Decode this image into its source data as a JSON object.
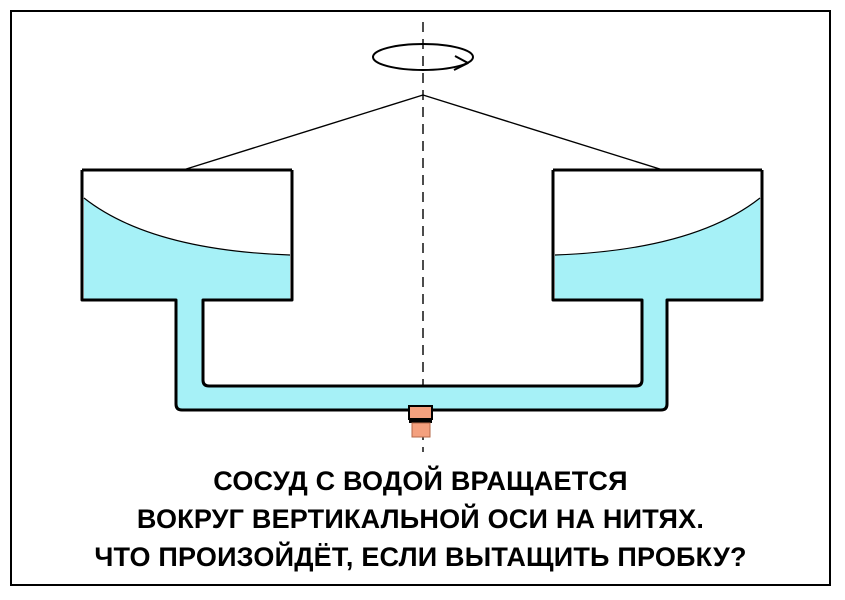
{
  "caption": {
    "line1": "СОСУД С ВОДОЙ ВРАЩАЕТСЯ",
    "line2": "ВОКРУГ ВЕРТИКАЛЬНОЙ ОСИ НА НИТЯХ.",
    "line3": "ЧТО ПРОИЗОЙДЁТ, ЕСЛИ ВЫТАЩИТЬ ПРОБКУ?"
  },
  "colors": {
    "water": "#a6f1f7",
    "outline": "#000000",
    "stopper": "#f4a07e"
  },
  "icons": {
    "rotation": "rotation-arrow-icon"
  }
}
